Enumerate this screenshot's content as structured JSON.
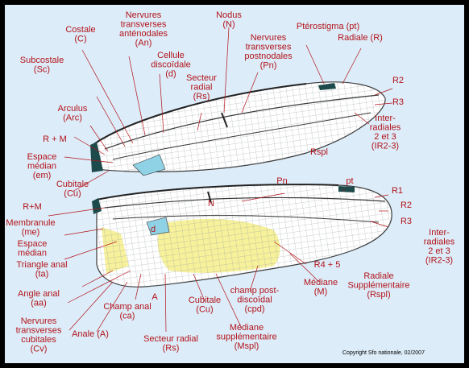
{
  "labels": {
    "costale": [
      "Costale",
      "(C)"
    ],
    "nervures_antenodales": [
      "Nervures",
      "transverses",
      "anténodales",
      "(An)"
    ],
    "nodus": [
      "Nodus",
      "(N)"
    ],
    "pterostigma": [
      "Ptérostigma (pt)"
    ],
    "radiale": [
      "Radiale (R)"
    ],
    "subcostale": [
      "Subcostale",
      "(Sc)"
    ],
    "cellule_discoidale": [
      "Cellule",
      "discoïdale",
      "(d)"
    ],
    "nervures_postnodales": [
      "Nervures",
      "transverses",
      "postnodales",
      "(Pn)"
    ],
    "secteur_radial_top": [
      "Secteur",
      "radial",
      "(Rs)"
    ],
    "r2_top": [
      "R2"
    ],
    "r3_top": [
      "R3"
    ],
    "interradiales_top": [
      "Inter-",
      "radiales",
      "2 et 3",
      "(IR2-3)"
    ],
    "arculus": [
      "Arculus",
      "(Arc)"
    ],
    "r_m_top": [
      "R + M"
    ],
    "espace_median_top": [
      "Espace",
      "médian",
      "(em)"
    ],
    "rspl_top": [
      "Rspl"
    ],
    "cubitale_top": [
      "Cubitale",
      "(Cu)"
    ],
    "pn": [
      "Pn"
    ],
    "pt": [
      "pt"
    ],
    "n": [
      "N"
    ],
    "r1": [
      "R1"
    ],
    "r2_bottom": [
      "R2"
    ],
    "r3_bottom": [
      "R3"
    ],
    "r_m_bottom": [
      "R+M"
    ],
    "membranule": [
      "Membranule",
      "(me)"
    ],
    "espace_median_bottom": [
      "Espace",
      "médian"
    ],
    "d": [
      "d"
    ],
    "interradiales_bottom": [
      "Inter-",
      "radiales",
      "2 et 3",
      "(IR2-3)"
    ],
    "triangle_anal": [
      "Triangle anal",
      "(ta)"
    ],
    "r4_5": [
      "R4 + 5"
    ],
    "angle_anal": [
      "Angle anal",
      "(aa)"
    ],
    "radiale_supplementaire": [
      "Radiale",
      "Supplémentaire",
      "(Rspl)"
    ],
    "mediane": [
      "Médiane",
      "(M)"
    ],
    "a_label": [
      "A"
    ],
    "champ_post": [
      "champ post-",
      "discoïdal",
      "(cpd)"
    ],
    "cubitale_bottom": [
      "Cubitale",
      "(Cu)"
    ],
    "champ_anal": [
      "Champ anal",
      "(ca)"
    ],
    "nervures_cubitales": [
      "Nervures",
      "transverses",
      "cubitales",
      "(Cv)"
    ],
    "mediane_supp": [
      "Médiane",
      "supplémentaire",
      "(Mspl)"
    ],
    "anale": [
      "Anale (A)"
    ],
    "secteur_radial_bottom": [
      "Secteur radial",
      "(Rs)"
    ]
  },
  "copyright": "Copyright Sfo nationale, 02/2007",
  "colors": {
    "label": "#b3141b",
    "background": "#dcecf8",
    "frame": "#000000",
    "vein": "#3a3a3a",
    "wing": "#ffffff",
    "pterostigma": "#1d4a4a",
    "discoidal": "#8fd2e6",
    "postdiscoidal": "#f6f19a"
  }
}
